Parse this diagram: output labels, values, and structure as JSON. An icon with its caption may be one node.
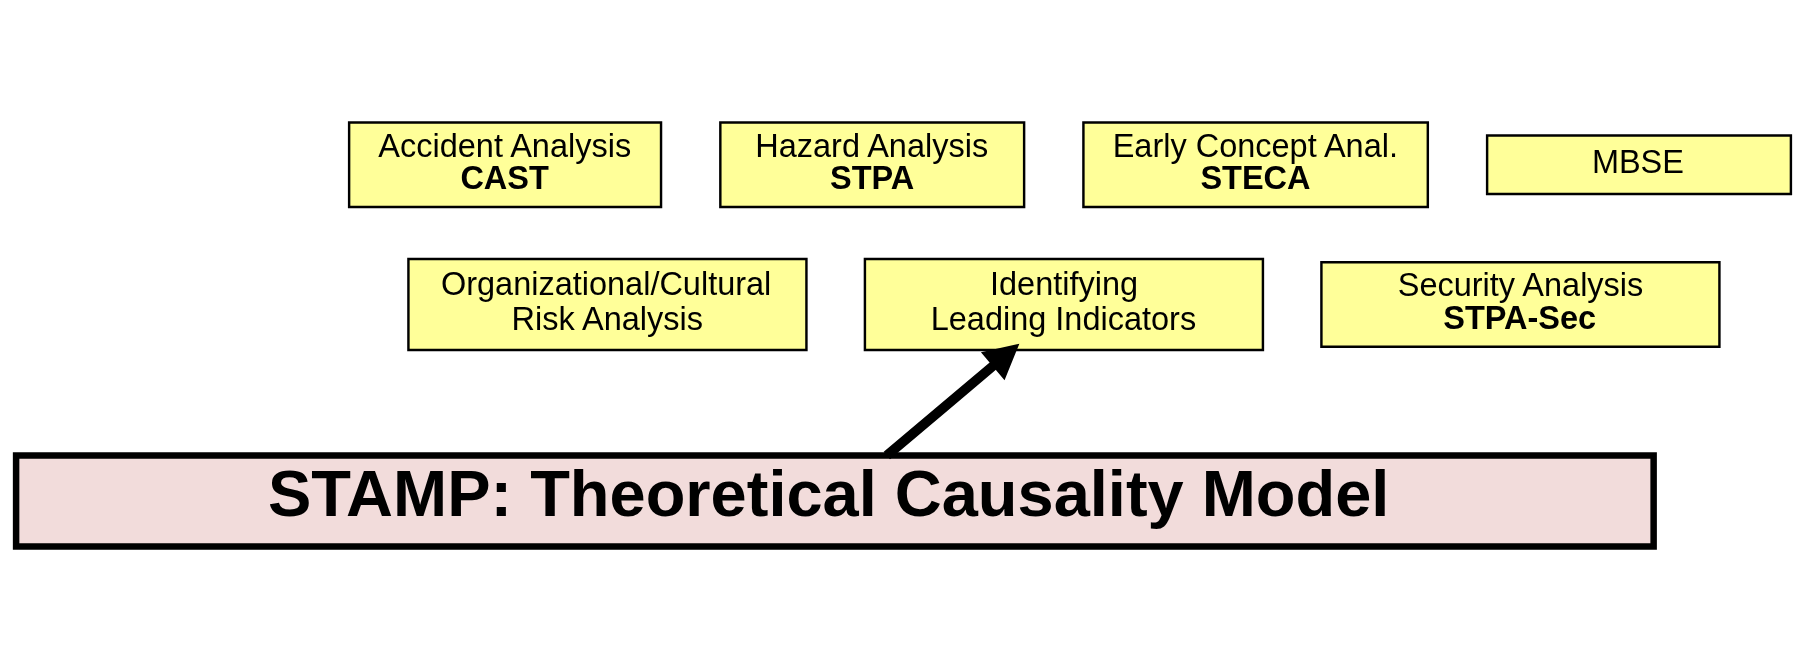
{
  "diagram": {
    "nodes": [
      {
        "text": [
          "Accident Analysis",
          "CAST"
        ]
      },
      {
        "text": [
          "Hazard Analysis",
          "STPA"
        ]
      },
      {
        "text": [
          "Early Concept Anal.",
          "STECA"
        ]
      },
      {
        "text": [
          "MBSE"
        ]
      },
      {
        "text": [
          "Organizational/Cultural Risk Analysis"
        ]
      },
      {
        "text": [
          "Identifying Leading Indicators"
        ]
      },
      {
        "text": [
          "Security Analysis",
          "STPA-Sec"
        ]
      },
      {
        "text": [
          "STAMP: Theoretical Causality Model"
        ]
      }
    ],
    "edges": [
      {
        "from": 7,
        "to": 5,
        "arrow": "to"
      }
    ]
  }
}
